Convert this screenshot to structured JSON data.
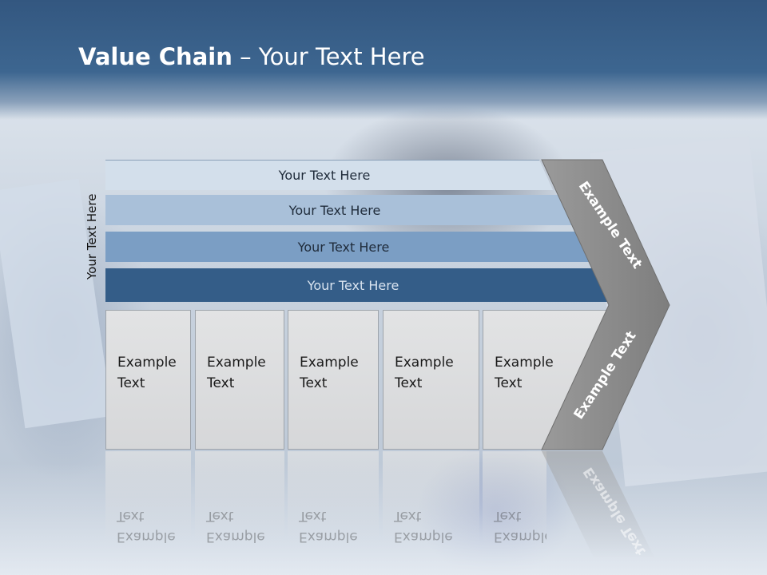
{
  "slide": {
    "title_bold": "Value Chain",
    "title_rest": " – Your Text Here",
    "side_label": "Your Text Here",
    "rows": [
      {
        "label": "Your Text Here"
      },
      {
        "label": "Your Text Here"
      },
      {
        "label": "Your Text Here"
      },
      {
        "label": "Your Text Here"
      }
    ],
    "boxes": [
      {
        "label": "Example Text"
      },
      {
        "label": "Example Text"
      },
      {
        "label": "Example Text"
      },
      {
        "label": "Example Text"
      },
      {
        "label": "Example Text"
      }
    ],
    "chevron": {
      "top_label": "Example Text",
      "bottom_label": "Example Text"
    },
    "colors": {
      "header": "#335780",
      "row1": "#d3dfeb",
      "row2": "#a9c0d9",
      "row3": "#7b9ec4",
      "row4": "#345d88",
      "box": "#d9dadb",
      "chevron": "#8c8c8c"
    }
  }
}
